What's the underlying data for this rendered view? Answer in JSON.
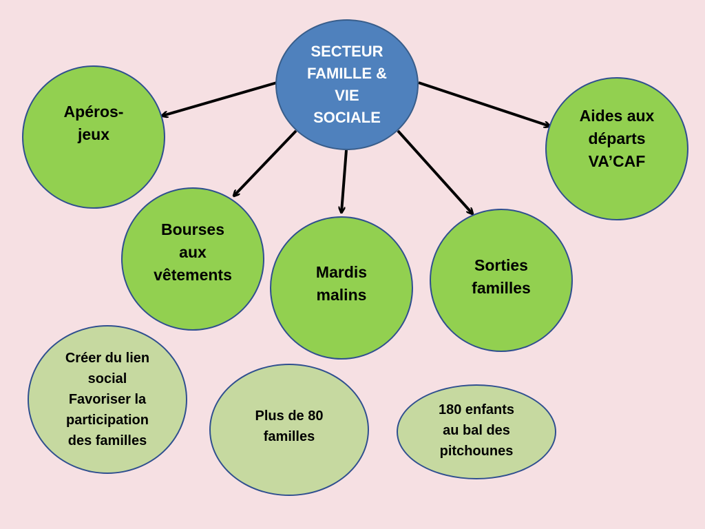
{
  "center": {
    "label": "SECTEUR\nFAMILLE &\nVIE\nSOCIALE"
  },
  "activities": {
    "aperos": "Apéros-\njeux",
    "bourses": "Bourses\naux\nvêtements",
    "mardis": "Mardis\nmalins",
    "sorties": "Sorties\nfamilles",
    "aides": "Aides aux\ndéparts\nVA’CAF"
  },
  "outcomes": {
    "lien": "Créer du lien\nsocial\nFavoriser la\nparticipation\ndes familles",
    "plus80": "Plus de 80\nfamilles",
    "enfants": "180 enfants\nau bal des\npitchounes"
  },
  "colors": {
    "background": "#f6e0e3",
    "center_fill": "#4f81bd",
    "activity_fill": "#92d050",
    "outcome_fill": "#c6d9a0",
    "outline": "#2f4f8f",
    "arrow": "#000000"
  }
}
